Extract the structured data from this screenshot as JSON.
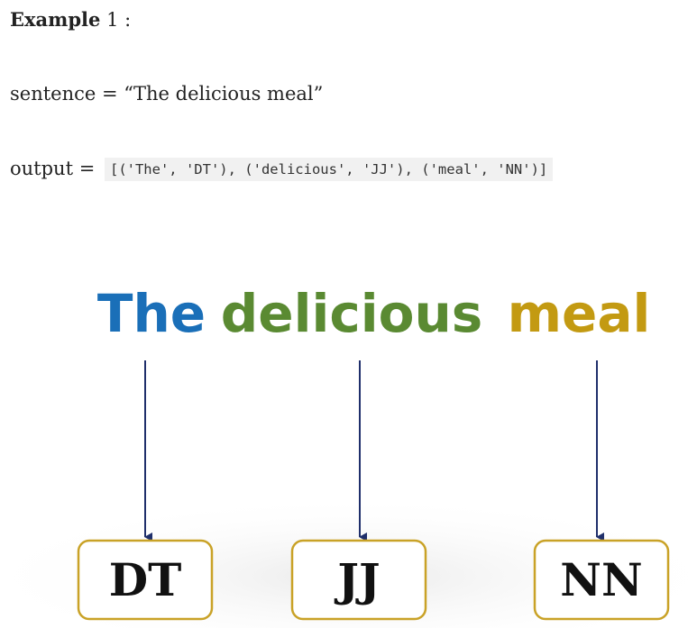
{
  "heading": {
    "title": "Example",
    "number": "1 :"
  },
  "sentence": {
    "label": "sentence =",
    "value": "“The delicious meal”"
  },
  "output": {
    "label": "output =",
    "code": "[('The', 'DT'), ('delicious', 'JJ'), ('meal', 'NN')]"
  },
  "diagram": {
    "words": [
      {
        "text": "The",
        "color": "#1a6fb8"
      },
      {
        "text": "delicious",
        "color": "#5a8a32"
      },
      {
        "text": "meal",
        "color": "#c39a12"
      }
    ],
    "tags": [
      "DT",
      "JJ",
      "NN"
    ],
    "arrow_color": "#1f2f6b",
    "box_border_color": "#c9a227"
  }
}
